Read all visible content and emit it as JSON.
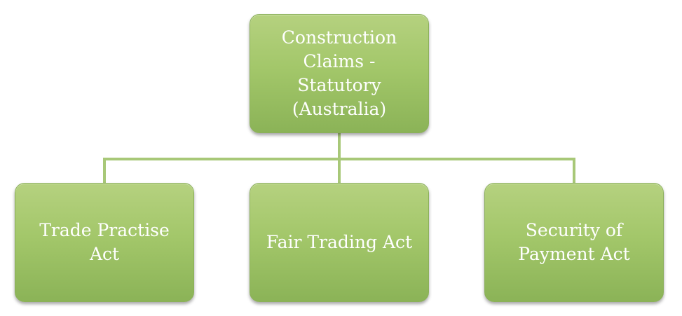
{
  "diagram": {
    "root": {
      "label": "Construction\nClaims -\nStatutory\n(Australia)"
    },
    "children": [
      {
        "label": "Trade Practise\nAct"
      },
      {
        "label": "Fair Trading Act"
      },
      {
        "label": "Security of\nPayment Act"
      }
    ],
    "colors": {
      "node_fill": "#a3c76a",
      "connector": "#a8c878",
      "text": "#ffffff"
    }
  }
}
